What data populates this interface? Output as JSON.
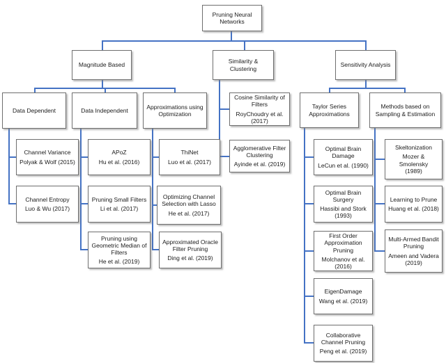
{
  "colors": {
    "connector": "#4472C4",
    "box_border": "#6e6e6e",
    "text": "#1b1b1b"
  },
  "nodes": {
    "root": {
      "title": "Pruning Neural Networks"
    },
    "magnitudeBased": {
      "title": "Magnitude Based"
    },
    "similarityClustering": {
      "title": "Similarity & Clustering"
    },
    "sensitivityAnalysis": {
      "title": "Sensitivity Analysis"
    },
    "dataDependent": {
      "title": "Data Dependent"
    },
    "dataIndependent": {
      "title": "Data Independent"
    },
    "approximationsOptimization": {
      "title": "Approximations using Optimization"
    },
    "cosineSimilarity": {
      "title": "Cosine Similarity of Filters",
      "cite": "RoyChoudry et al. (2017)"
    },
    "agglomerativeClustering": {
      "title": "Agglomerative Filter Clustering",
      "cite": "Ayinde et al. (2019)"
    },
    "taylorSeries": {
      "title": "Taylor Series Approximations"
    },
    "samplingEstimation": {
      "title": "Methods based on Sampling & Estimation"
    },
    "channelVariance": {
      "title": "Channel Variance",
      "cite": "Polyak & Wolf (2015)"
    },
    "channelEntropy": {
      "title": "Channel Entropy",
      "cite": "Luo & Wu (2017)"
    },
    "apoz": {
      "title": "APoZ",
      "cite": "Hu et al. (2016)"
    },
    "pruningSmallFilters": {
      "title": "Pruning Small Filters",
      "cite": "Li et al. (2017)"
    },
    "geometricMedian": {
      "title": "Pruning using Geometric Median of Filters",
      "cite": "He et al. (2019)"
    },
    "thinet": {
      "title": "ThiNet",
      "cite": "Luo et al. (2017)"
    },
    "lassoSelection": {
      "title": "Optimizing Channel Selection with Lasso",
      "cite": "He et al. (2017)"
    },
    "oraclePruning": {
      "title": "Approximated Oracle Filter Pruning",
      "cite": "Ding et al. (2019)"
    },
    "optimalBrainDamage": {
      "title": "Optimal Brain Damage",
      "cite": "LeCun  et al. (1990)"
    },
    "optimalBrainSurgery": {
      "title": "Optimal Brain Surgery",
      "cite": "Hassibi and Stork (1993)"
    },
    "firstOrderApproximation": {
      "title": "First Order Approximation Pruning",
      "cite": "Molchanov et al. (2016)"
    },
    "eigenDamage": {
      "title": "EigenDamage",
      "cite": "Wang et al. (2019)"
    },
    "collaborativeChannel": {
      "title": "Collaborative Channel Pruning",
      "cite": "Peng et al. (2019)"
    },
    "skeltonization": {
      "title": "Skeltonization",
      "cite": "Mozer & Smolensky\n(1989)"
    },
    "learningToPrune": {
      "title": "Learning to Prune",
      "cite": "Huang et al. (2018)"
    },
    "multiArmedBandit": {
      "title": "Multi-Armed Bandit Pruning",
      "cite": "Ameen and Vadera\n(2019)"
    }
  },
  "edges": [
    {
      "from": "Pruning Neural Networks",
      "to": "Magnitude Based"
    },
    {
      "from": "Pruning Neural Networks",
      "to": "Similarity & Clustering"
    },
    {
      "from": "Pruning Neural Networks",
      "to": "Sensitivity Analysis"
    },
    {
      "from": "Magnitude Based",
      "to": "Data Dependent"
    },
    {
      "from": "Magnitude Based",
      "to": "Data Independent"
    },
    {
      "from": "Magnitude Based",
      "to": "Approximations using Optimization"
    },
    {
      "from": "Similarity & Clustering",
      "to": "Cosine Similarity of Filters"
    },
    {
      "from": "Similarity & Clustering",
      "to": "Agglomerative Filter Clustering"
    },
    {
      "from": "Sensitivity Analysis",
      "to": "Taylor Series Approximations"
    },
    {
      "from": "Sensitivity Analysis",
      "to": "Methods based on Sampling & Estimation"
    },
    {
      "from": "Data Dependent",
      "to": "Channel Variance"
    },
    {
      "from": "Data Dependent",
      "to": "Channel Entropy"
    },
    {
      "from": "Data Independent",
      "to": "APoZ"
    },
    {
      "from": "Data Independent",
      "to": "Pruning Small Filters"
    },
    {
      "from": "Data Independent",
      "to": "Pruning using Geometric Median of Filters"
    },
    {
      "from": "Approximations using Optimization",
      "to": "ThiNet"
    },
    {
      "from": "Approximations using Optimization",
      "to": "Optimizing Channel Selection with Lasso"
    },
    {
      "from": "Approximations using Optimization",
      "to": "Approximated Oracle Filter Pruning"
    },
    {
      "from": "Taylor Series Approximations",
      "to": "Optimal Brain Damage"
    },
    {
      "from": "Taylor Series Approximations",
      "to": "Optimal Brain Surgery"
    },
    {
      "from": "Taylor Series Approximations",
      "to": "First Order Approximation Pruning"
    },
    {
      "from": "Taylor Series Approximations",
      "to": "EigenDamage"
    },
    {
      "from": "Taylor Series Approximations",
      "to": "Collaborative Channel Pruning"
    },
    {
      "from": "Methods based on Sampling & Estimation",
      "to": "Skeltonization"
    },
    {
      "from": "Methods based on Sampling & Estimation",
      "to": "Learning to Prune"
    },
    {
      "from": "Methods based on Sampling & Estimation",
      "to": "Multi-Armed Bandit Pruning"
    }
  ]
}
